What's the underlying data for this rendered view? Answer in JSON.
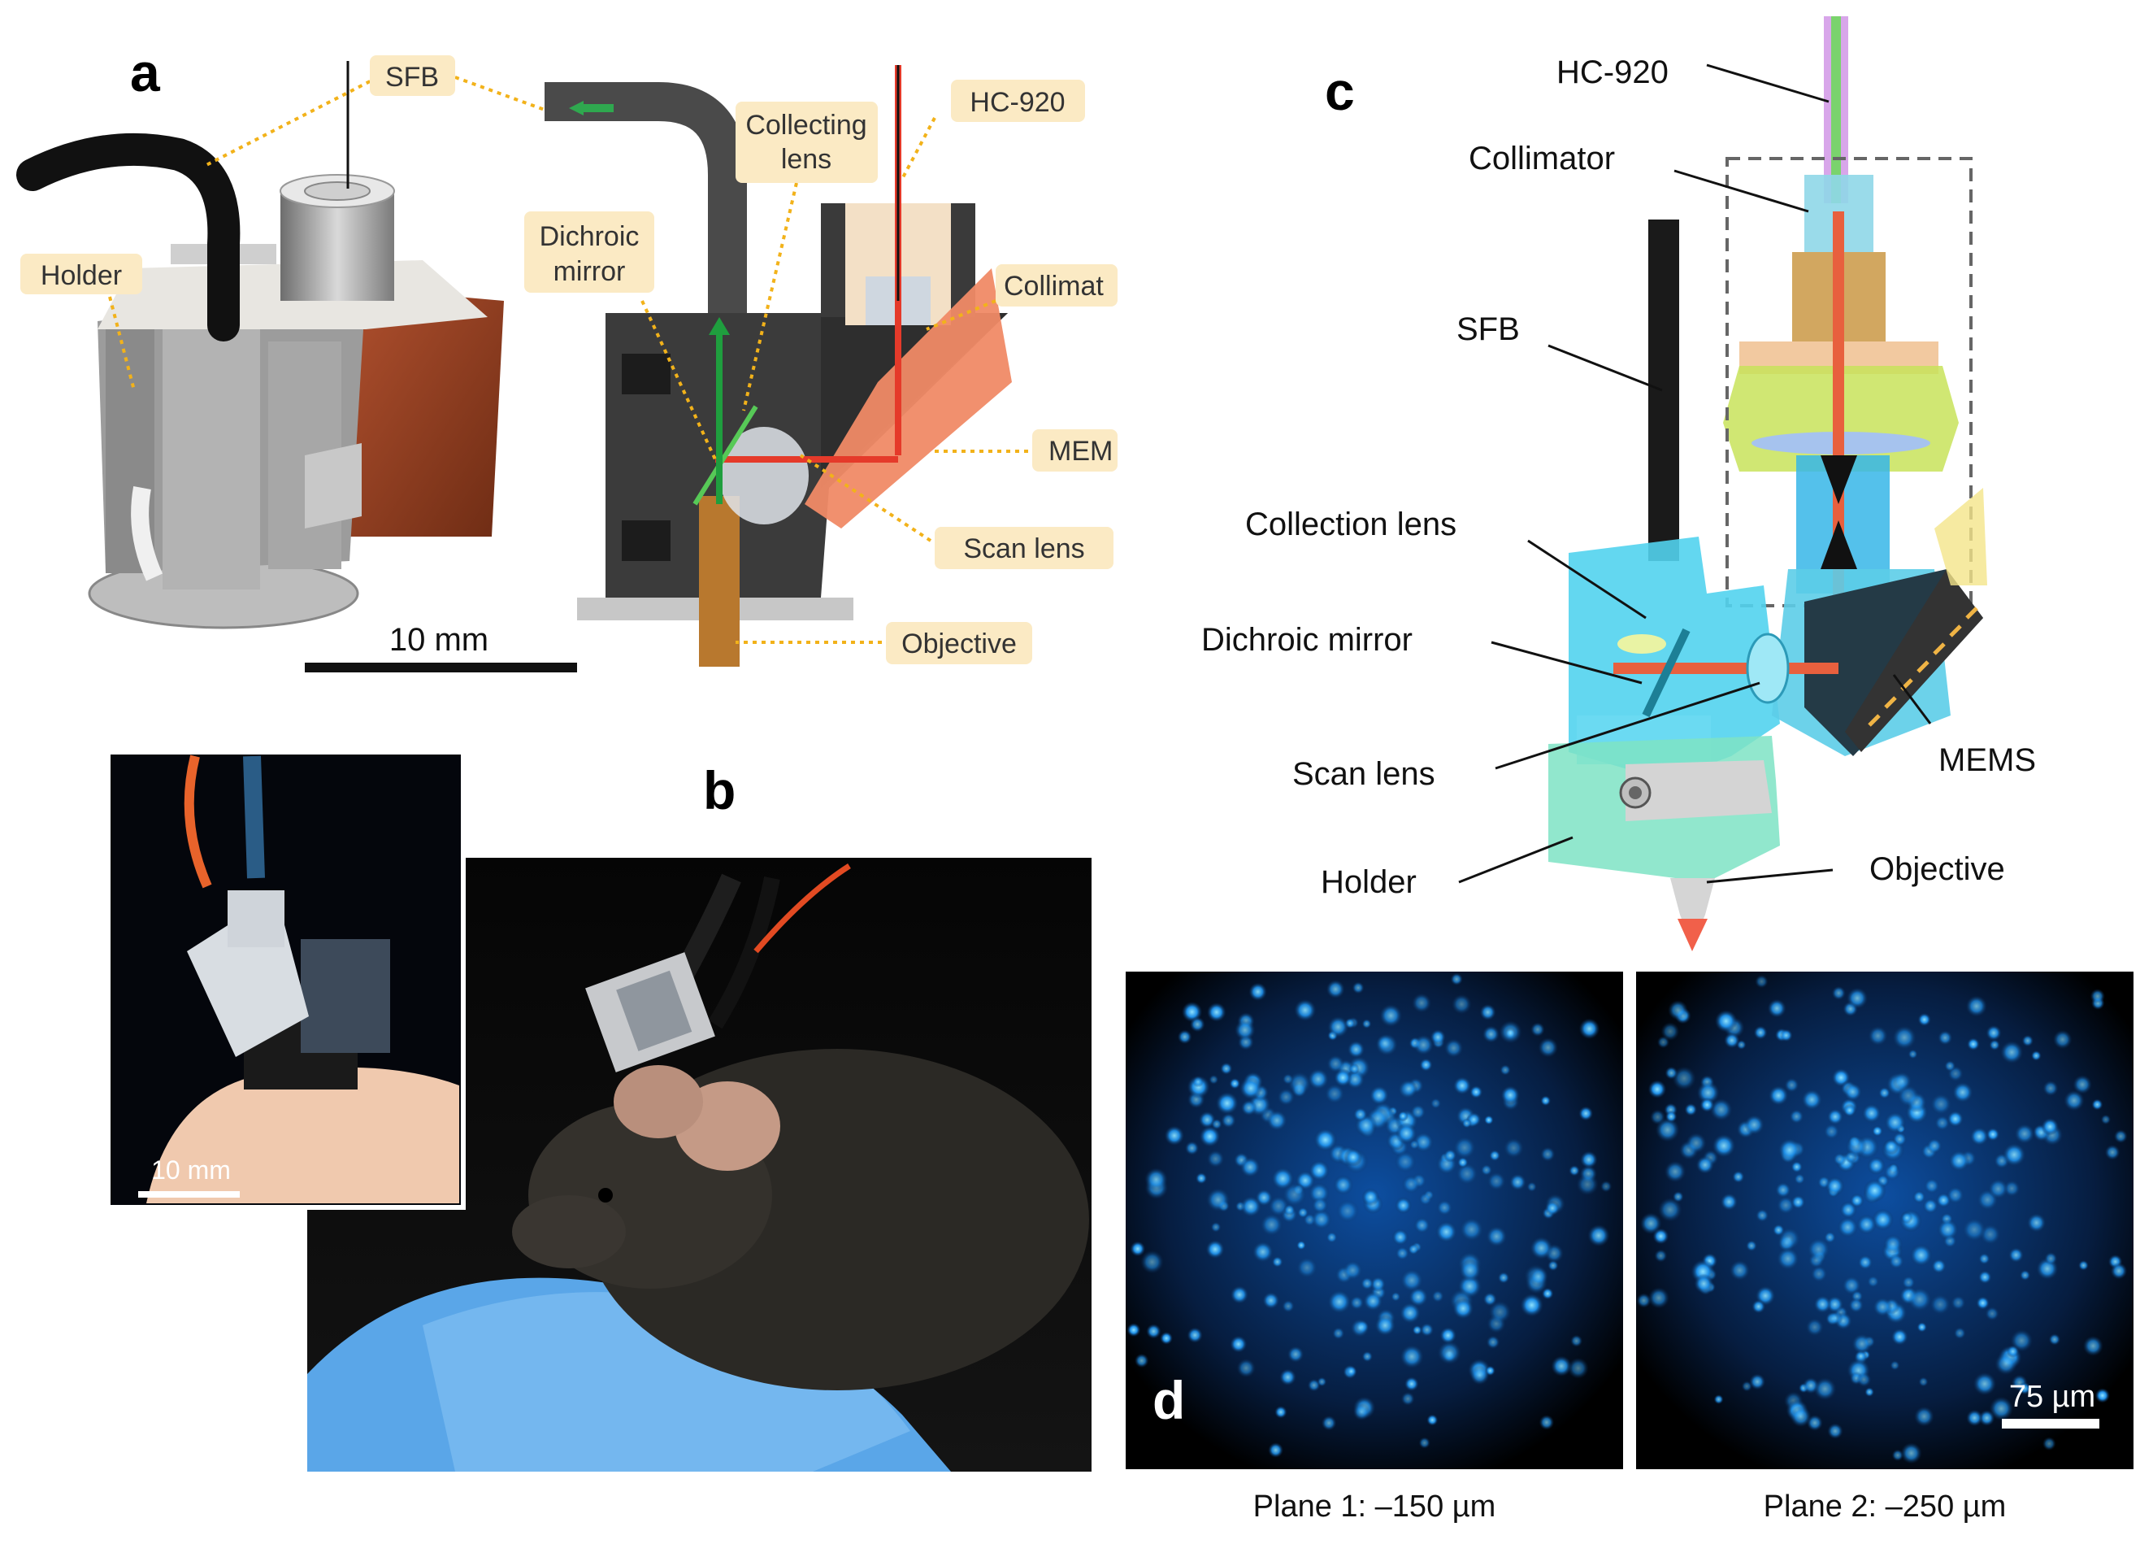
{
  "panels": {
    "a": "a",
    "b": "b",
    "c": "c",
    "d": "d"
  },
  "panel_a": {
    "labels": {
      "sfb": "SFB",
      "holder": "Holder",
      "dichroic_line1": "Dichroic",
      "dichroic_line2": "mirror",
      "collecting_line1": "Collecting",
      "collecting_line2": "lens",
      "hc920": "HC-920",
      "collimator": "Collimat",
      "mems": "MEM",
      "scan_lens": "Scan lens",
      "objective": "Objective"
    },
    "scalebar": "10 mm"
  },
  "panel_b": {
    "scalebar": "10 mm"
  },
  "panel_c": {
    "labels": {
      "hc920": "HC-920",
      "collimator": "Collimator",
      "sfb": "SFB",
      "collection_lens": "Collection lens",
      "dichroic_mirror": "Dichroic mirror",
      "scan_lens": "Scan lens",
      "holder": "Holder",
      "mems": "MEMS",
      "objective": "Objective"
    }
  },
  "panel_d": {
    "scalebar": "75 µm",
    "plane1": "Plane 1: –150 µm",
    "plane2": "Plane 2: –250 µm"
  },
  "colors": {
    "tag_fill": "#fbeac4",
    "dotted_leader": "#f2b21a",
    "cyan_body": "#52d3ee",
    "neuron_blue": "#2ca6ff",
    "laser_red": "#e8402a"
  }
}
